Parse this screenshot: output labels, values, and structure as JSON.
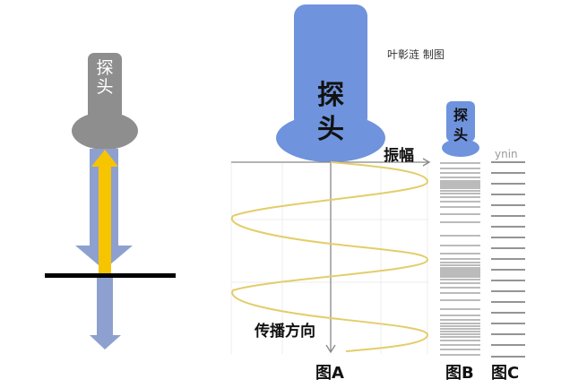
{
  "colors": {
    "probe_gray": "#8f8e8e",
    "probe_blue": "#6f93dd",
    "arrow_blue": "#8ea0cf",
    "arrow_yellow": "#f7c400",
    "surface_line": "#000000",
    "wave": "#e3cd6a",
    "axis": "#888888",
    "grid": "#ececec",
    "scan_line": "#777777"
  },
  "figure_left": {
    "probe_label_line1": "探",
    "probe_label_line2": "头"
  },
  "figure_a": {
    "probe_label_line1": "探",
    "probe_label_line2": "头",
    "amplitude_label": "振幅",
    "propagation_label": "传播方向",
    "caption": "图A",
    "credit": "叶彰涟 制图"
  },
  "figure_b": {
    "probe_label_line1": "探",
    "probe_label_line2": "头",
    "caption": "图B",
    "line_positions_y": [
      182,
      188,
      193,
      198,
      202,
      204,
      206,
      208,
      210,
      213,
      216,
      220,
      225,
      231,
      239,
      248,
      263,
      274,
      283,
      289,
      293,
      296,
      299,
      301,
      303,
      305,
      307,
      309,
      312,
      316,
      321,
      327,
      335,
      345,
      352,
      357,
      361,
      364,
      367,
      370,
      373,
      376,
      380,
      385,
      390,
      396
    ]
  },
  "figure_c": {
    "header_label": "ynin",
    "caption": "图C",
    "line_positions_y": [
      181,
      193,
      205,
      217,
      229,
      241,
      253,
      265,
      277,
      289,
      301,
      313,
      325,
      337,
      349,
      361,
      373,
      385,
      398
    ]
  }
}
